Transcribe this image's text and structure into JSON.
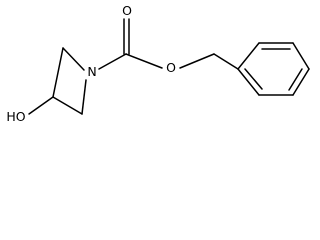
{
  "molecule": {
    "labels": {
      "nitrogen": "N",
      "carbonyl_oxygen": "O",
      "ester_oxygen": "O",
      "hydroxyl": "HO"
    }
  }
}
